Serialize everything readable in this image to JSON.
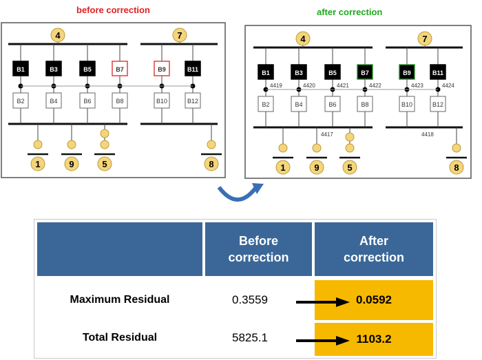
{
  "titles": {
    "before": "before correction",
    "after": "after correction"
  },
  "colors": {
    "before_title": "#e02020",
    "after_title": "#1ea81e",
    "node_fill": "#f4d57b",
    "highlight_red": "#e04040",
    "highlight_green": "#2a8a2a",
    "header_blue": "#3b6798",
    "gold": "#f7b800",
    "refresh_arrow": "#3a6fb5"
  },
  "before_panel": {
    "top_nodes": [
      "4",
      "7"
    ],
    "bottom_nodes": [
      "1",
      "9",
      "5",
      "8"
    ],
    "breakers_top": [
      "B1",
      "B3",
      "B5",
      "B7",
      "B9",
      "B11"
    ],
    "breakers_bottom": [
      "B2",
      "B4",
      "B6",
      "B8",
      "B10",
      "B12"
    ]
  },
  "after_panel": {
    "top_nodes": [
      "4",
      "7"
    ],
    "bottom_nodes": [
      "1",
      "9",
      "5",
      "8"
    ],
    "breakers_top": [
      "B1",
      "B3",
      "B5",
      "B7",
      "B9",
      "B11"
    ],
    "breakers_bottom": [
      "B2",
      "B4",
      "B6",
      "B8",
      "B10",
      "B12"
    ],
    "junction_labels": [
      "4419",
      "4420",
      "4421",
      "4422",
      "4423",
      "4424"
    ],
    "bus_labels": [
      "4417",
      "4418"
    ]
  },
  "icons": {
    "refresh": "refresh-arrow-icon",
    "right_arrow": "right-arrow-icon"
  },
  "table": {
    "header_before": "Before correction",
    "header_after": "After correction",
    "rows": [
      {
        "label": "Maximum Residual",
        "before": "0.3559",
        "after": "0.0592"
      },
      {
        "label": "Total Residual",
        "before": "5825.1",
        "after": "1103.2"
      }
    ]
  }
}
